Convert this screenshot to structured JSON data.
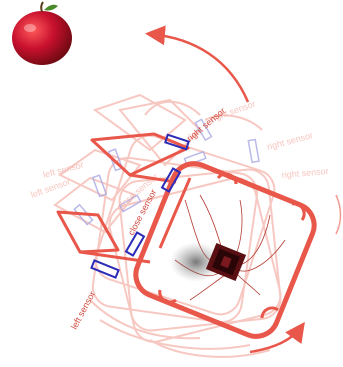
{
  "labels": {
    "right_sensor": "right sensor",
    "close_sensor": "close sensor",
    "left_sensor": "left sensor"
  },
  "colors": {
    "robot": "#e8574a",
    "robot_ghost": "#f4b2a9",
    "sensor_box": "#2b2bb8",
    "sensor_ghost": "#a9a9e6",
    "apple": "#c8102e",
    "core": "#5a0f12"
  },
  "icons": {
    "apple": "apple-icon",
    "motion_arrow": "curved-arrow-icon"
  }
}
